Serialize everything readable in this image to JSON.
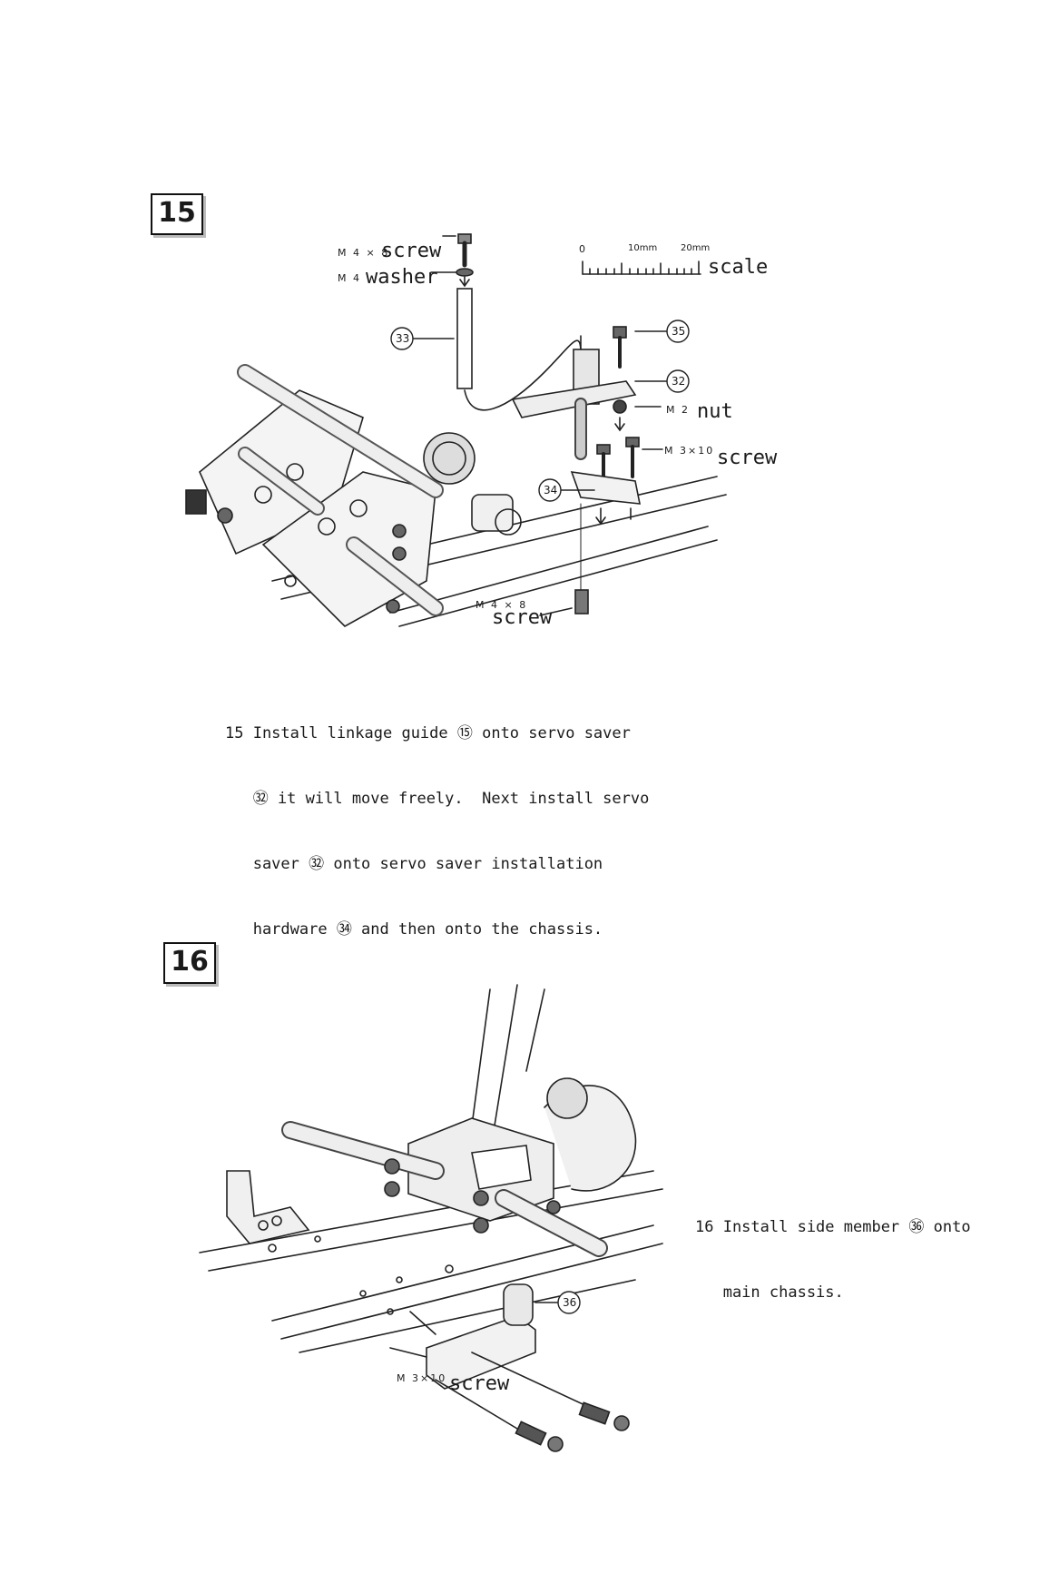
{
  "step15": {
    "number": "15",
    "labels": {
      "top_screw_size": "M 4 × 8",
      "top_screw_word": "screw",
      "washer_size": "M 4",
      "washer_word": "washer",
      "scale_0": "0",
      "scale_10": "10mm",
      "scale_20": "20mm",
      "scale_word": "scale",
      "part_33": "33",
      "part_35": "35",
      "part_32": "32",
      "part_34": "34",
      "nut_size": "M 2",
      "nut_word": "nut",
      "m3_screw_size": "M 3×10",
      "m3_screw_word": "screw",
      "bottom_screw_size": "M 4 × 8",
      "bottom_screw_word": "screw"
    },
    "instruction_lines": [
      "15 Install linkage guide ⑮ onto servo saver",
      "   ㉜ it will move freely.  Next install servo",
      "   saver ㉜ onto servo saver installation",
      "   hardware ㉞ and then onto the chassis."
    ]
  },
  "step16": {
    "number": "16",
    "labels": {
      "part_36": "36",
      "screw_size": "M 3×10",
      "screw_word": "screw"
    },
    "instruction_lines": [
      "16 Install side member ㊱ onto",
      "   main chassis."
    ]
  }
}
